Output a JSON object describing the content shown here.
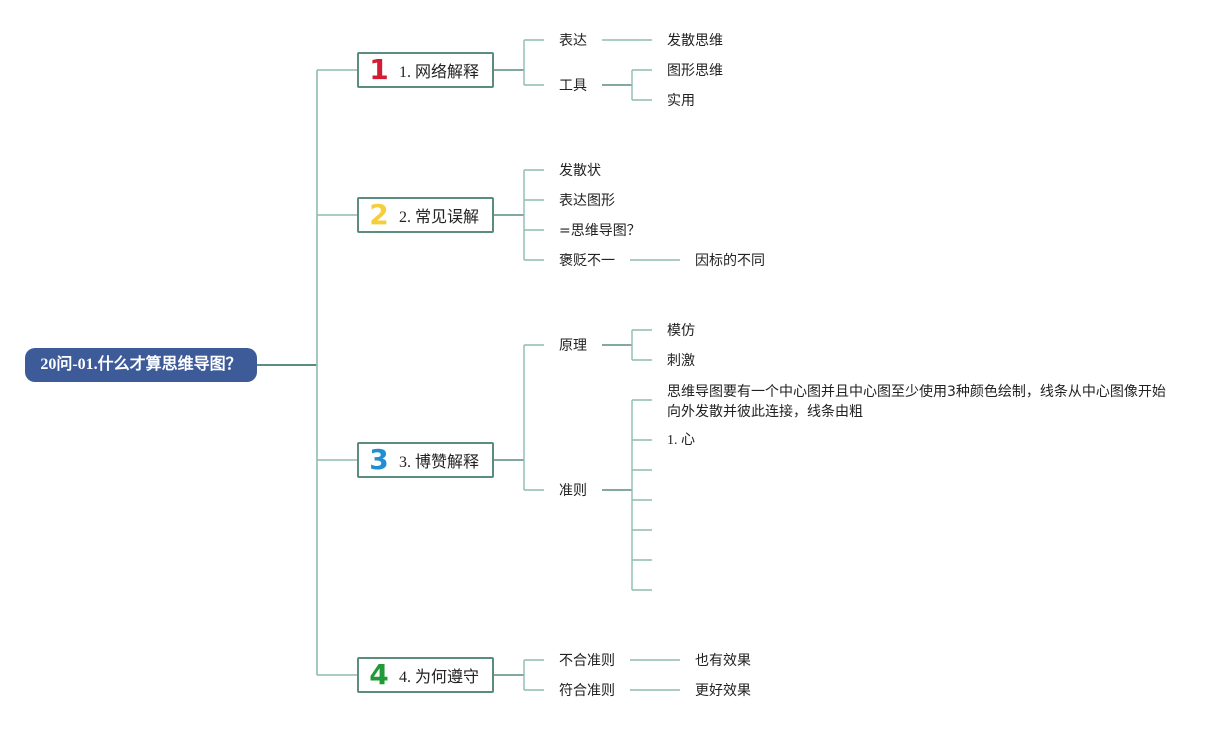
{
  "root": {
    "label": "20问-01.什么才算思维导图？"
  },
  "colors": {
    "root_bg": "#3d5a99",
    "line": "#5a8c80",
    "num1": "#d31b34",
    "num2": "#f4cf3c",
    "num3": "#1e8fd4",
    "num4": "#1f9a36"
  },
  "branches": [
    {
      "num": "1",
      "label": "1. 网络解释"
    },
    {
      "num": "2",
      "label": "2. 常见误解"
    },
    {
      "num": "3",
      "label": "3. 博赞解释"
    },
    {
      "num": "4",
      "label": "4. 为何遵守"
    }
  ],
  "b1": {
    "expr": "表达",
    "diverge": "发散思维",
    "tool": "工具",
    "graphic": "图形思维",
    "practical": "实用"
  },
  "b2": {
    "radial": "发散状",
    "expr_graph": "表达图形",
    "eq": "=思维导图？",
    "mixed": "褒贬不一",
    "reason": "因标的不同"
  },
  "b3": {
    "principle": "原理",
    "imitate": "模仿",
    "stimulate": "刺激",
    "rule": "准则",
    "rule_text": "思维导图要有一个中心图并且中心图至少使用3种颜色绘制，线条从中心图像开始向外发散并彼此连接，线条由粗",
    "rule_1": "1. 心"
  },
  "b4": {
    "nonconform": "不合准则",
    "also_effect": "也有效果",
    "conform": "符合准则",
    "better_effect": "更好效果"
  }
}
